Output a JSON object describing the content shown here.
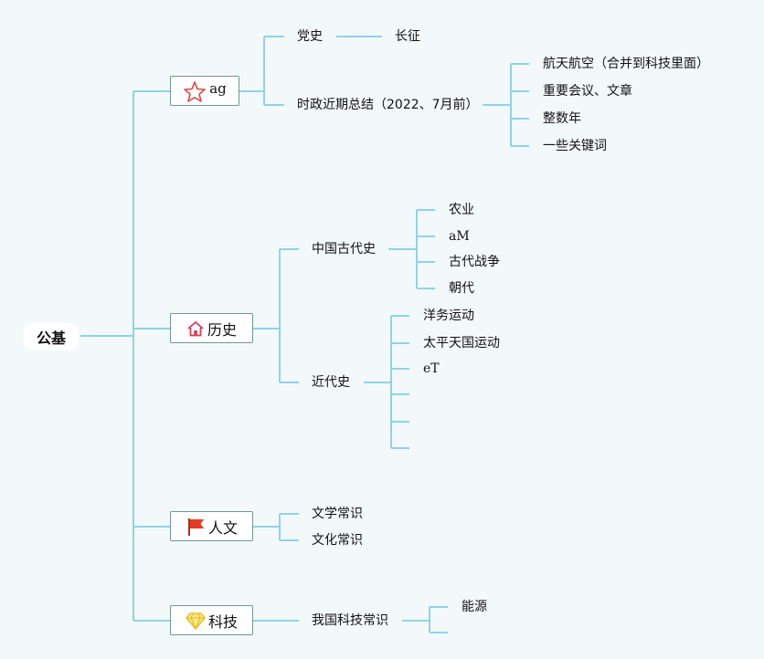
{
  "root": "公基",
  "branches": {
    "current": {
      "label": "ag",
      "icon": "star-icon",
      "children": {
        "party_history": "党史",
        "long_march": "长征",
        "politics_summary": "时政近期总结（2022、7月前）",
        "politics_items": [
          "航天航空（合并到科技里面）",
          "重要会议、文章",
          "整数年",
          "一些关键词"
        ]
      }
    },
    "history": {
      "label": "历史",
      "icon": "house-icon",
      "ancient": {
        "label": "中国古代史",
        "items": [
          "农业",
          "aM",
          "古代战争",
          "朝代"
        ]
      },
      "modern": {
        "label": "近代史",
        "items": [
          "洋务运动",
          "太平天国运动",
          "eT",
          "",
          "",
          ""
        ]
      }
    },
    "humanities": {
      "label": "人文",
      "icon": "red-flag-icon",
      "items": [
        "文学常识",
        "文化常识"
      ]
    },
    "tech": {
      "label": "科技",
      "icon": "diamond-icon",
      "child": "我国科技常识",
      "items": [
        "能源",
        ""
      ]
    }
  },
  "colors": {
    "line": "#8ed3e9",
    "star": "#e2463f",
    "house": "#d0405a",
    "flag": "#e53923",
    "diamond": "#f3d21c"
  }
}
